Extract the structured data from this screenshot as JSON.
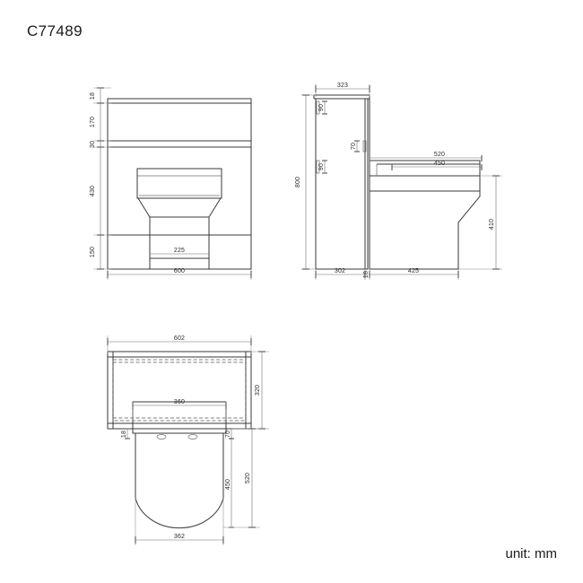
{
  "sheet": {
    "title": "C77489",
    "unit_note": "unit: mm",
    "line_color": "#3a3a3a",
    "dim_color": "#6e6e6e",
    "text_color": "#2b2b2b",
    "background": "#ffffff"
  },
  "views": {
    "front": {
      "name": "front-elevation",
      "overall_width": "600",
      "vertical_dims": [
        "18",
        "170",
        "30",
        "430",
        "150"
      ],
      "horizontal_dims": [
        "225",
        "600"
      ],
      "pan_width": "225"
    },
    "side": {
      "name": "side-elevation",
      "top_dim": "323",
      "height_dim": "800",
      "bottom_dims": [
        "302",
        "18",
        "425"
      ],
      "detail_dims": [
        "90",
        "70",
        "90"
      ],
      "seat_dims": [
        "520",
        "450"
      ],
      "bowl_height": "410"
    },
    "top": {
      "name": "plan-view",
      "overall_width": "602",
      "cabinet_depth": "320",
      "inner_width": "360",
      "panel_thickness": "18",
      "gap_dim": "70",
      "bowl_depth": "450",
      "total_depth": "520",
      "bowl_width": "362"
    }
  },
  "dim_labels": {
    "d18": "18",
    "d170": "170",
    "d30": "30",
    "d430": "430",
    "d150": "150",
    "d225": "225",
    "d600": "600",
    "d323": "323",
    "d800": "800",
    "d90a": "90",
    "d90b": "90",
    "d70a": "70",
    "d520a": "520",
    "d450a": "450",
    "d410": "410",
    "d302": "302",
    "d18b": "18",
    "d425": "425",
    "d602": "602",
    "d320": "320",
    "d360": "360",
    "d18c": "18",
    "d70b": "70",
    "d450b": "450",
    "d520b": "520",
    "d362": "362"
  }
}
